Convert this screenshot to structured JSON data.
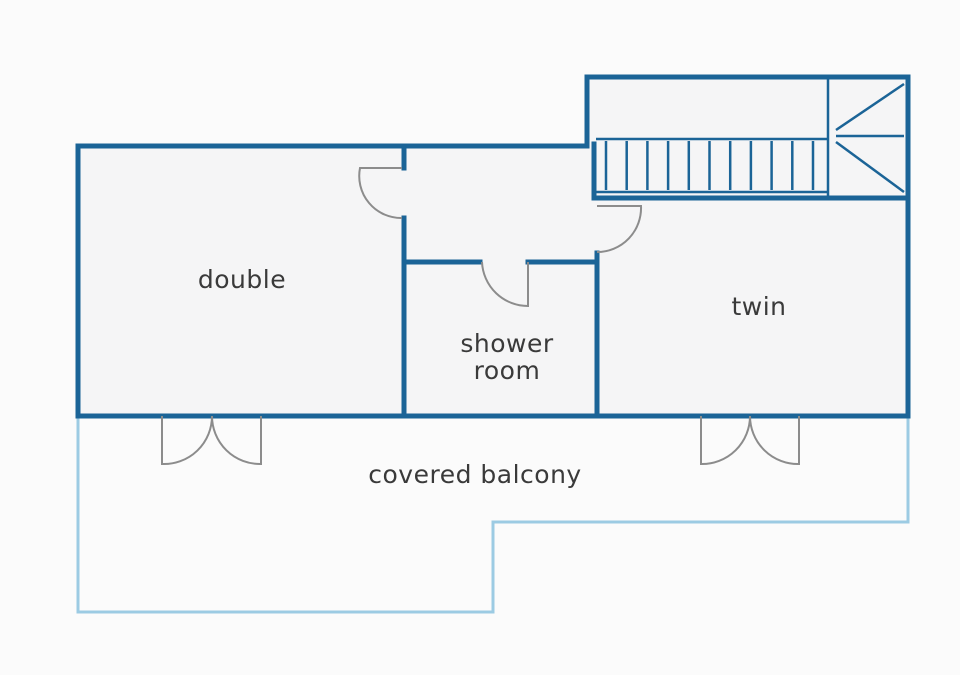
{
  "rooms": {
    "double": "double",
    "twin": "twin",
    "shower_line1": "shower",
    "shower_line2": "room",
    "balcony": "covered balcony"
  },
  "colors": {
    "wall": "#1b6497",
    "balcony_edge": "#9ccbe3",
    "door": "#8c8c8c",
    "room_fill": "#f5f5f6",
    "background": "#fbfbfb",
    "text": "#3a3a3a"
  }
}
